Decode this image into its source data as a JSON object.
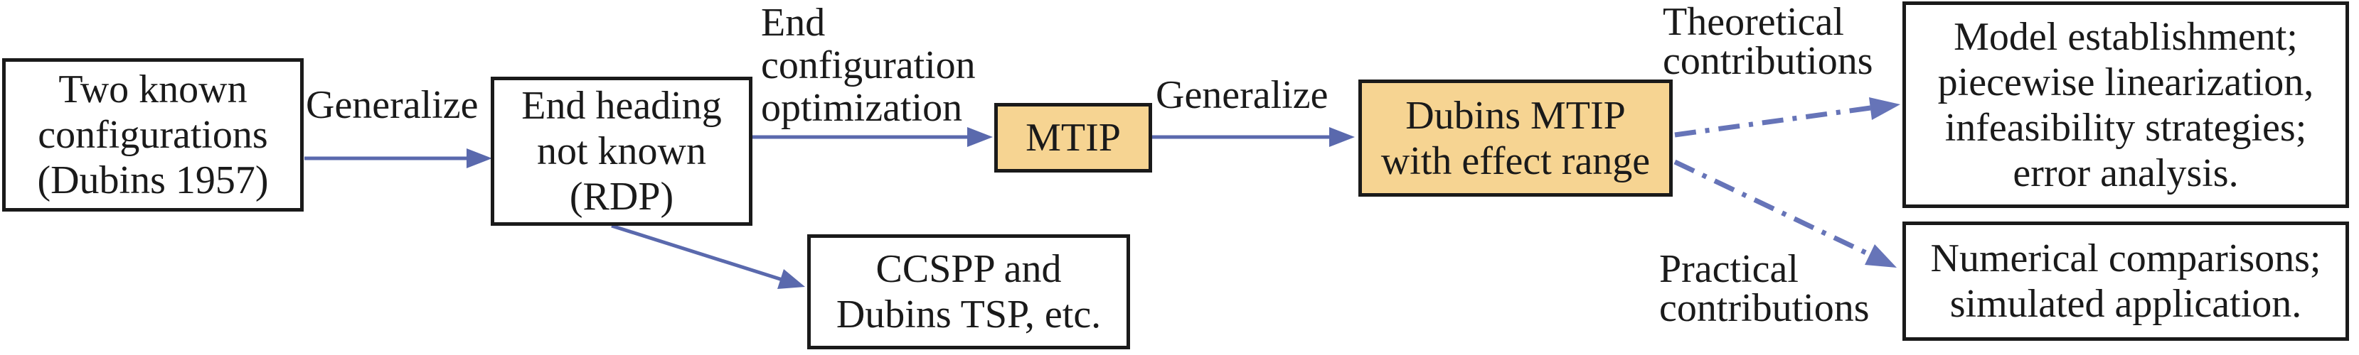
{
  "diagram": {
    "description": "Evolution flowchart from the Dubins path problem to the Dubins MTIP with effect range, with theoretical and practical contributions",
    "boxes": {
      "two_known": {
        "text": "Two known\nconfigurations\n(Dubins 1957)",
        "fill": "#ffffff"
      },
      "end_heading": {
        "text": "End heading\nnot known\n(RDP)",
        "fill": "#ffffff"
      },
      "mtip": {
        "text": "MTIP",
        "fill": "#F6D492"
      },
      "dubins_mtip": {
        "text": "Dubins MTIP\nwith effect range",
        "fill": "#F6D492"
      },
      "ccspp": {
        "text": "CCSPP and\nDubins TSP, etc.",
        "fill": "#ffffff"
      },
      "theoretical_results": {
        "text": "Model establishment;\npiecewise linearization,\ninfeasibility strategies;\nerror analysis.",
        "fill": "#ffffff"
      },
      "practical_results": {
        "text": "Numerical comparisons;\nsimulated application.",
        "fill": "#ffffff"
      }
    },
    "labels": {
      "generalize_1": "Generalize",
      "end_config_opt": "End\nconfiguration\noptimization",
      "generalize_2": "Generalize",
      "theoretical": "Theoretical\ncontributions",
      "practical": "Practical\ncontributions"
    },
    "connectors": [
      {
        "from": "two_known",
        "to": "end_heading",
        "label": "Generalize",
        "style": "solid-arrow"
      },
      {
        "from": "end_heading",
        "to": "mtip",
        "label": "End configuration optimization",
        "style": "solid-arrow"
      },
      {
        "from": "mtip",
        "to": "dubins_mtip",
        "label": "Generalize",
        "style": "solid-arrow"
      },
      {
        "from": "end_heading",
        "to": "ccspp",
        "label": "",
        "style": "solid-arrow-diagonal"
      },
      {
        "from": "dubins_mtip",
        "to": "theoretical_results",
        "label": "Theoretical contributions",
        "style": "dash-dot-arrow"
      },
      {
        "from": "dubins_mtip",
        "to": "practical_results",
        "label": "Practical contributions",
        "style": "dash-dot-arrow"
      }
    ],
    "colors": {
      "highlight_fill": "#F6D492",
      "solid_arrow_blue": "#5a69ad",
      "dashdot_arrow_blue": "#6674b8",
      "border_black": "#1a1a1a",
      "background": "#ffffff"
    }
  }
}
